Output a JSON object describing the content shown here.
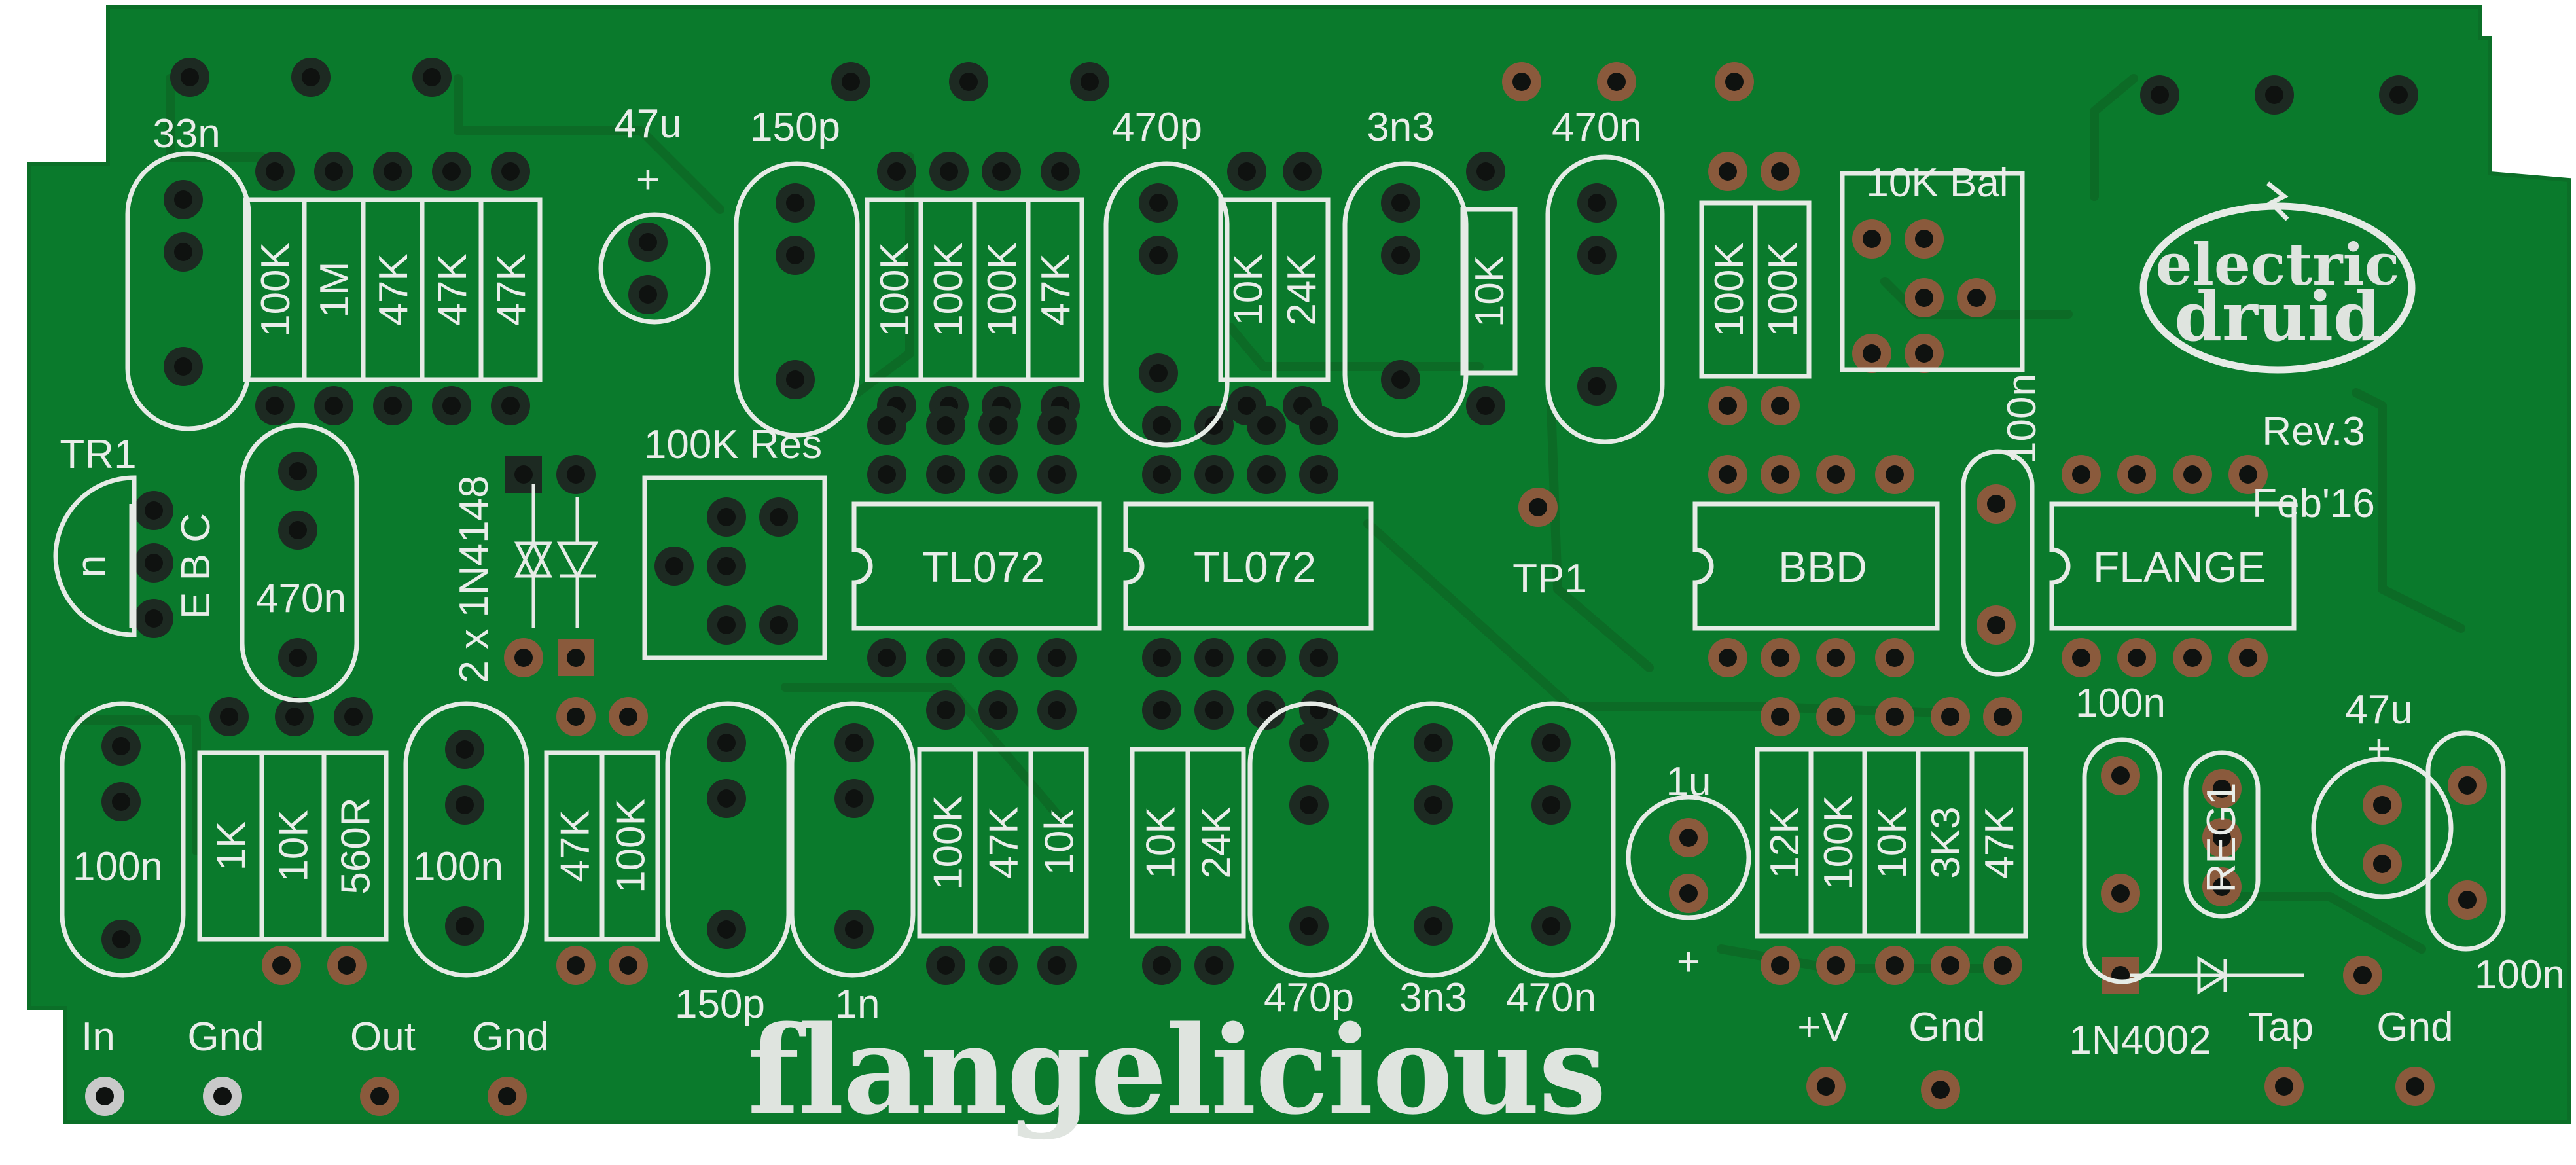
{
  "board": {
    "title": "flangelicious",
    "revision": "Rev.3",
    "date": "Feb'16",
    "logo_line1": "electric",
    "logo_line2": "druid",
    "colors": {
      "solder_mask": "#0a7a2c",
      "silkscreen": "#e8ece8",
      "pad_copper": "#8a5a3c",
      "pad_silver": "#c9c9c9"
    }
  },
  "labels": {
    "cap_33n": "33n",
    "cap_47u_top": "47u",
    "plus_top": "+",
    "cap_150p_top": "150p",
    "cap_470p_top": "470p",
    "cap_3n3_top": "3n3",
    "cap_470n_top": "470n",
    "trim_bal": "10K Bal",
    "trim_res": "100K Res",
    "tr1": "TR1",
    "tr1_pins": "E B C",
    "tr1_type": "n",
    "diodes": "2 x 1N4148",
    "cap_470n_left": "470n",
    "tp1": "TP1",
    "cap_100n_vert": "100n",
    "cap_100n_reg": "100n",
    "cap_47u_right": "47u",
    "plus_right": "+",
    "reg1": "REG1",
    "cap_1u": "1u",
    "plus_1u": "+",
    "cap_100n_far_right": "100n",
    "cap_100n_left1": "100n",
    "cap_100n_left2": "100n",
    "cap_150p_bottom": "150p",
    "cap_1n_bottom": "1n",
    "cap_470p_bottom": "470p",
    "cap_3n3_bottom": "3n3",
    "cap_470n_bottom": "470n",
    "diode_1n4002": "1N4002"
  },
  "resistors": {
    "top_left": [
      "100K",
      "1M",
      "47K",
      "47K",
      "47K"
    ],
    "top_mid": [
      "100K",
      "100K",
      "100K",
      "47K"
    ],
    "top_pair": [
      "10K",
      "24K"
    ],
    "top_single": [
      "10K"
    ],
    "top_right": [
      "100K",
      "100K"
    ],
    "bottom_left": [
      "1K",
      "10K",
      "560R"
    ],
    "bottom_pair1": [
      "47K",
      "100K"
    ],
    "bottom_mid": [
      "100K",
      "47K",
      "10k"
    ],
    "bottom_pair2": [
      "10K",
      "24K"
    ],
    "bottom_right": [
      "12K",
      "100K",
      "10K",
      "3K3",
      "47K"
    ]
  },
  "ics": [
    "TL072",
    "TL072",
    "BBD",
    "FLANGE"
  ],
  "connectors": [
    "In",
    "Gnd",
    "Out",
    "Gnd",
    "+V",
    "Gnd",
    "Tap",
    "Gnd"
  ]
}
